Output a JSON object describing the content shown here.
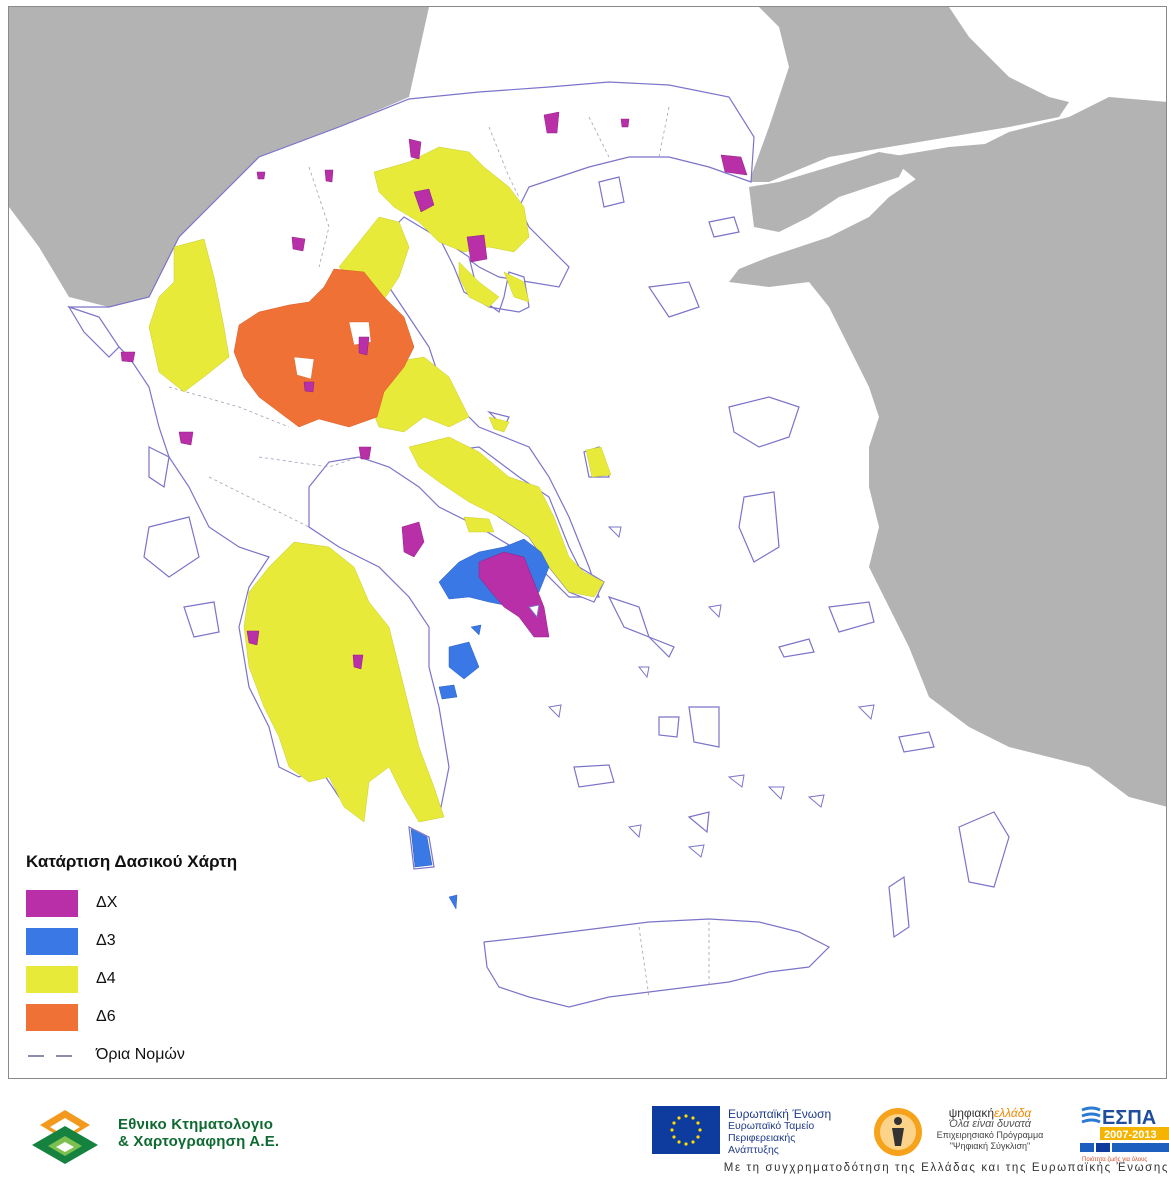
{
  "legend": {
    "title": "Κατάρτιση Δασικού Χάρτη",
    "items": [
      {
        "label": "ΔΧ",
        "color": "#b82fa8"
      },
      {
        "label": "Δ3",
        "color": "#3a78e6"
      },
      {
        "label": "Δ4",
        "color": "#e8ea3a"
      },
      {
        "label": "Δ6",
        "color": "#ef7136"
      }
    ],
    "boundary_label": "Όρια Νομών"
  },
  "colors": {
    "neighbor_land": "#b3b3b3",
    "sea": "#ffffff",
    "coastline": "#7b74c9",
    "prefecture_boundary": "#a0a0b8"
  },
  "footer": {
    "ktimatologio_line1": "Εθνικο Κτηματολογιο",
    "ktimatologio_line2": "& Χαρτογραφηση Α.Ε.",
    "eu_title": "Ευρωπαϊκή Ένωση",
    "eu_fund_line1": "Ευρωπαϊκό Ταμείο",
    "eu_fund_line2": "Περιφερειακής",
    "eu_fund_line3": "Ανάπτυξης",
    "psif_brand_a": "ψηφιακή",
    "psif_brand_b": "ελλάδα",
    "psif_slogan": "Όλα είναι δυνατά",
    "psif_program_line1": "Επιχειρησιακό Πρόγραμμα",
    "psif_program_line2": "\"Ψηφιακή Σύγκλιση\"",
    "espa_title": "ΕΣΠΑ",
    "espa_years": "2007-2013",
    "espa_tagline": "Ποιότητα ζωής για όλους",
    "cofunding": "Με τη συγχρηματοδότηση της Ελλάδας και της Ευρωπαϊκής Ένωσης"
  }
}
